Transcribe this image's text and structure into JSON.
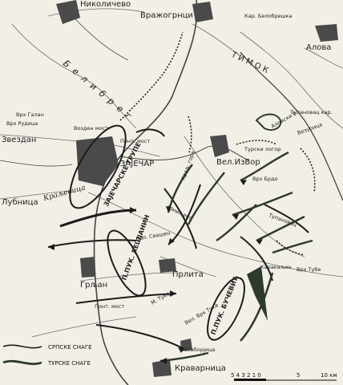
{
  "map": {
    "places": {
      "nikolicevo": "Николичево",
      "vrazogrnci": "Вражогрнци",
      "kar_belobreska": "Кар. Белобрешка",
      "alova": "Алова",
      "timok": "Т И М О К",
      "beli_breg": "Б е л и  б р е г",
      "vrh_galan": "Врх Галан",
      "vrh_rudica": "Врх Рудица",
      "zvezdan": "Звездан",
      "vozden_most": "Возден мост",
      "pont_most_1": "Понт. мост",
      "zajecar": "ЗАЈЕЧАР",
      "zajecarske_trupe": "ЗАЈЕЧАРСКЕ ТРУПЕ",
      "turski_logor": "Турски логор",
      "alpiski_b": "Алписки б.",
      "tupanovac_kar": "Тупановац кар.",
      "vezurica": "Везурица",
      "vel_izvor": "Вел.ИзВор",
      "lubnica": "Лубница",
      "kraljevica": "Краљевица",
      "zajecar_gore": "Краљ. гора",
      "smilievo": "Шмиљево",
      "tupanovac": "Тупановац",
      "vrh_brdo": "Врх Брдо",
      "vel_svaljen": "Вел. Свашен",
      "plukovnik_lesjanin": "П.ПУК. ЛЕШЈАНИН",
      "grljan": "Грљан",
      "prlita": "Прлита",
      "vrh_tuke": "Врх Тубе",
      "karakaljen": "Каракаљен",
      "pont_most_2": "Понт. мост",
      "m_tuke": "М. Туке",
      "vel_vrh_tuka": "Вел. Врх Тука",
      "plukovnik_bucevic": "П.ПУК. БУЧЕВИЋ",
      "zavborjica": "Завборјица",
      "kravarnica": "Краварница"
    },
    "legend": {
      "serbian": "СРПСКЕ СНАГЕ",
      "turkish": "ТУРСКЕ СНАГЕ"
    },
    "scale": {
      "ticks": "5 4 3 2 1 0",
      "five": "5",
      "ten": "10 км"
    }
  },
  "colors": {
    "paper": "#f2efe7",
    "ink": "#1c1c1c",
    "forces": "#2d3a2e",
    "town": "#4a4a4a",
    "river": "#444444"
  }
}
